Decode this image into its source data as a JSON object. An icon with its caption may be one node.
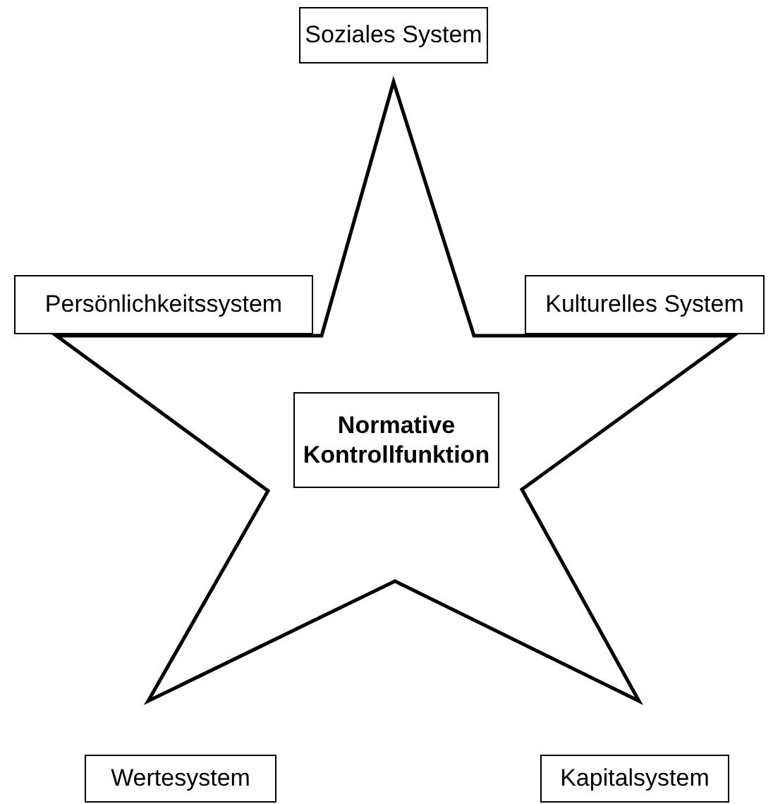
{
  "diagram": {
    "nodes": [
      {
        "text": [],
        "shape": "star"
      },
      {
        "text": [
          "Normative Kontrollfunktion"
        ],
        "in": 0
      },
      {
        "text": [
          "Soziales System"
        ]
      },
      {
        "text": [
          "Persönlichkeitssystem"
        ]
      },
      {
        "text": [
          "Kulturelles System"
        ]
      },
      {
        "text": [
          "Wertesystem"
        ]
      },
      {
        "text": [
          "Kapitalsystem"
        ]
      }
    ]
  }
}
